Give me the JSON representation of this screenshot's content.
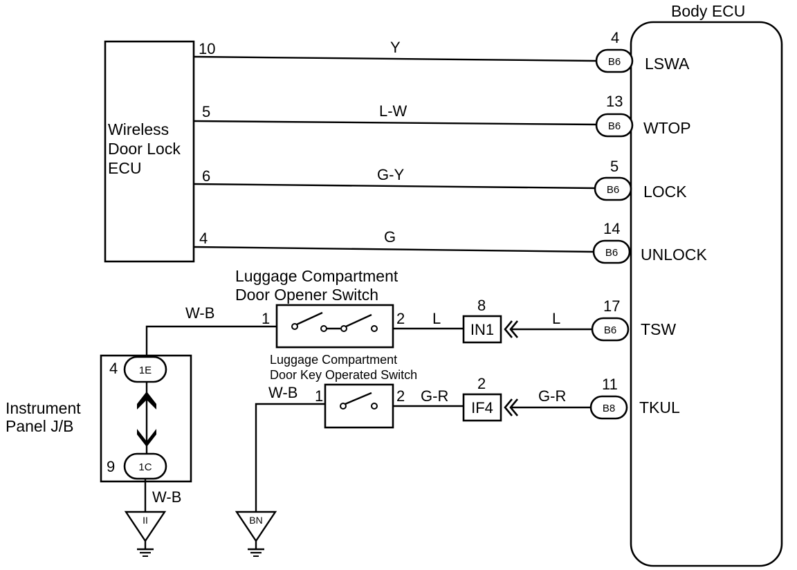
{
  "body_ecu": {
    "title": "Body ECU",
    "terminals": [
      {
        "pin": "4",
        "connector": "B6",
        "name": "LSWA"
      },
      {
        "pin": "13",
        "connector": "B6",
        "name": "WTOP"
      },
      {
        "pin": "5",
        "connector": "B6",
        "name": "LOCK"
      },
      {
        "pin": "14",
        "connector": "B6",
        "name": "UNLOCK"
      },
      {
        "pin": "17",
        "connector": "B6",
        "name": "TSW"
      },
      {
        "pin": "11",
        "connector": "B8",
        "name": "TKUL"
      }
    ]
  },
  "wireless_ecu": {
    "label": [
      "Wireless",
      "Door Lock",
      "ECU"
    ],
    "pins": [
      "10",
      "5",
      "6",
      "4"
    ]
  },
  "wires": {
    "lswa": "Y",
    "wtop": "L-W",
    "lock": "G-Y",
    "unlock": "G",
    "tsw_right": "L",
    "tsw_left": "L",
    "tkul_right": "G-R",
    "tkul_left": "G-R",
    "opener_feed": "W-B",
    "key_feed": "W-B",
    "jb_ground": "W-B"
  },
  "opener_switch": {
    "title": [
      "Luggage Compartment",
      "Door Opener Switch"
    ],
    "pin_in": "1",
    "pin_out": "2"
  },
  "key_switch": {
    "title": [
      "Luggage Compartment",
      "Door Key Operated Switch"
    ],
    "pin_in": "1",
    "pin_out": "2"
  },
  "junctions": {
    "in1": {
      "pin": "8",
      "label": "IN1"
    },
    "if4": {
      "pin": "2",
      "label": "IF4"
    }
  },
  "instrument_jb": {
    "label": [
      "Instrument",
      "Panel J/B"
    ],
    "top": {
      "pin": "4",
      "connector": "1E"
    },
    "bottom": {
      "pin": "9",
      "connector": "1C"
    }
  },
  "grounds": {
    "left": "II",
    "right": "BN"
  }
}
